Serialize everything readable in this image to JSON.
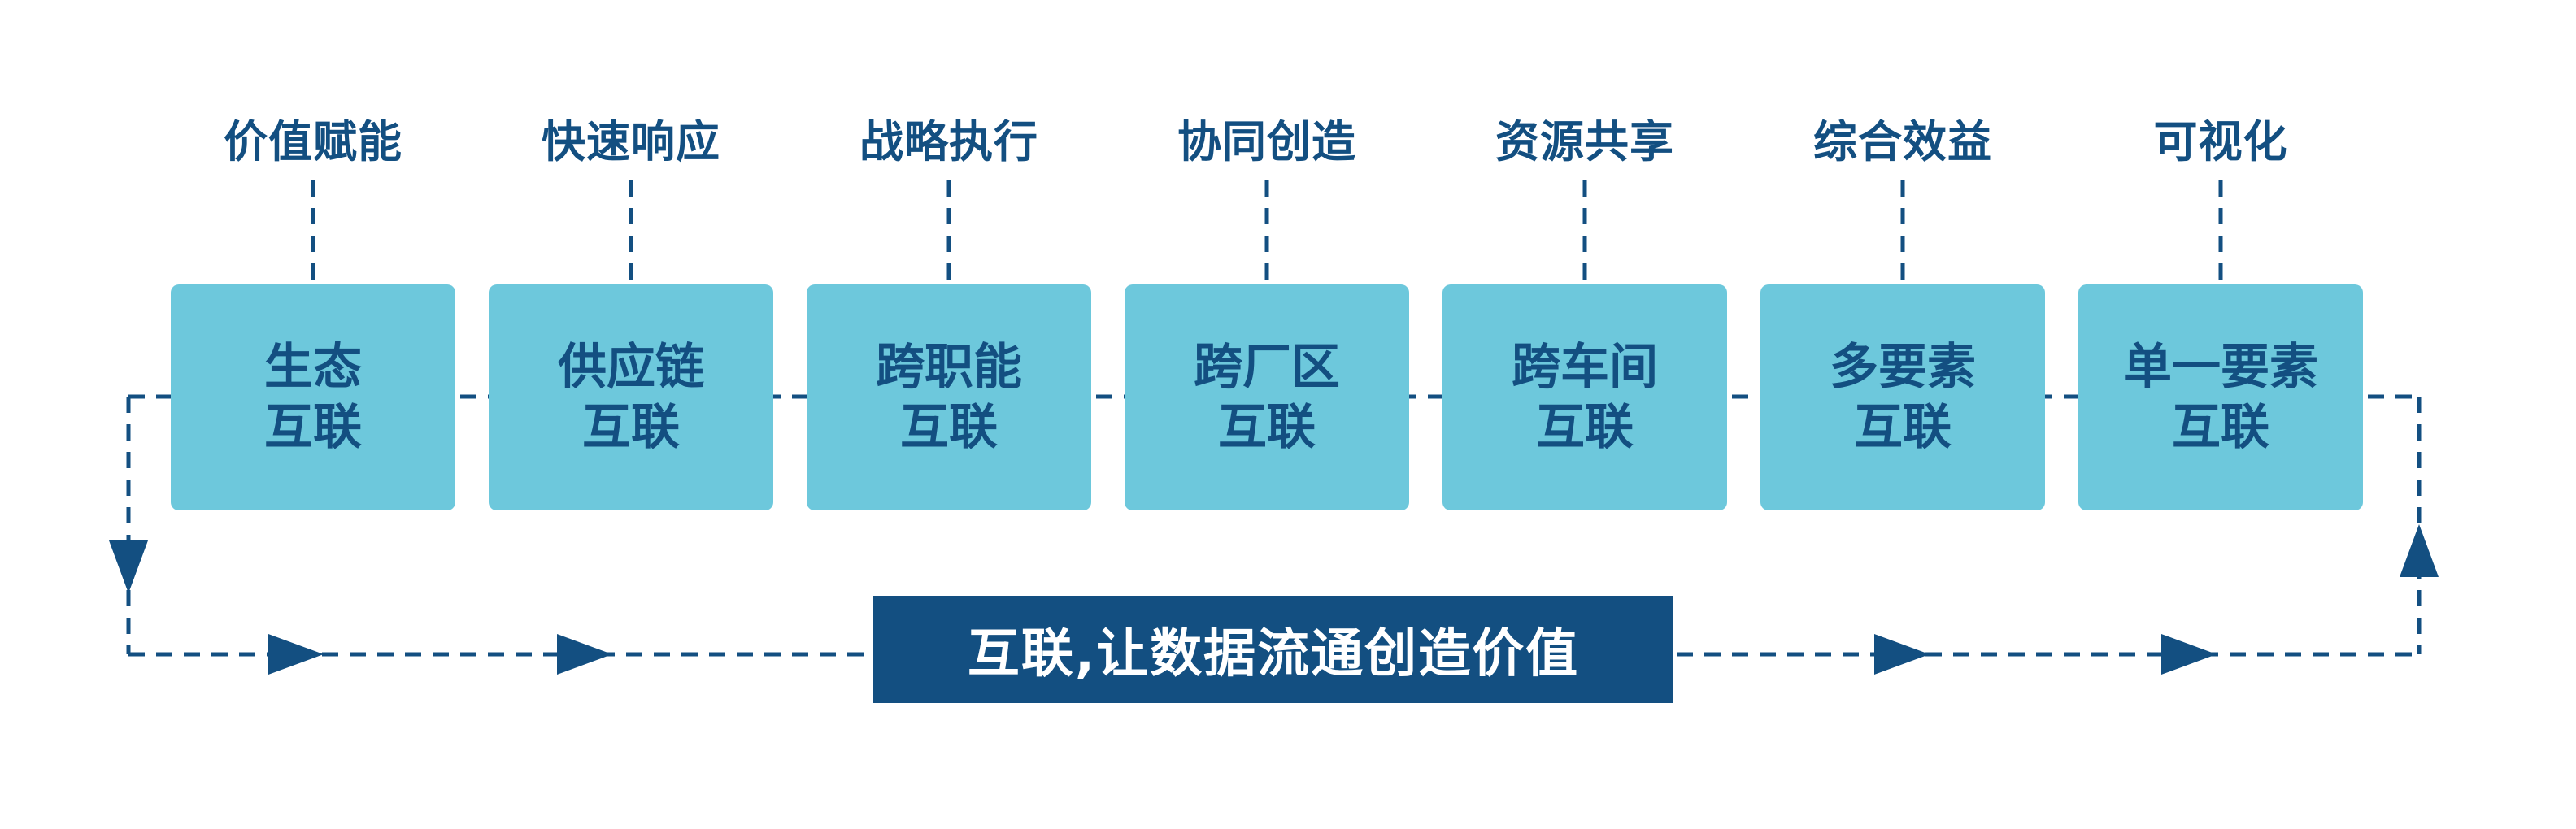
{
  "nodes": [
    {
      "top": "价值赋能",
      "line1": "生态",
      "line2": "互联"
    },
    {
      "top": "快速响应",
      "line1": "供应链",
      "line2": "互联"
    },
    {
      "top": "战略执行",
      "line1": "跨职能",
      "line2": "互联"
    },
    {
      "top": "协同创造",
      "line1": "跨厂区",
      "line2": "互联"
    },
    {
      "top": "资源共享",
      "line1": "跨车间",
      "line2": "互联"
    },
    {
      "top": "综合效益",
      "line1": "多要素",
      "line2": "互联"
    },
    {
      "top": "可视化",
      "line1": "单一要素",
      "line2": "互联"
    }
  ],
  "banner": {
    "text": "互联,让数据流通创造价值"
  },
  "colors": {
    "dark_blue": "#134f81",
    "light_blue": "#6dc8dc",
    "background": "#ffffff"
  }
}
